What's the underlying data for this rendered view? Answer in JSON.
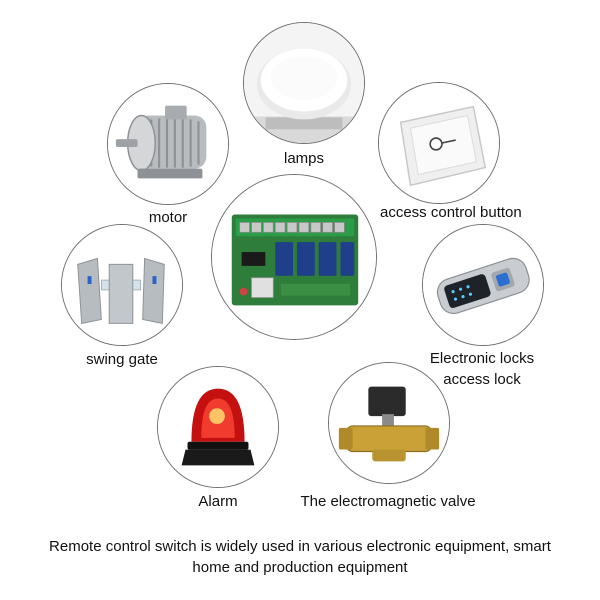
{
  "items": {
    "lamps": "lamps",
    "motor": "motor",
    "access_control_button": "access control button",
    "swing_gate": "swing gate",
    "electronic_locks_line1": "Electronic locks",
    "electronic_locks_line2": "access lock",
    "alarm": "Alarm",
    "valve": "The electromagnetic valve"
  },
  "caption": {
    "line1": "Remote control switch is widely used in various electronic equipment, smart",
    "line2": "home and production equipment"
  },
  "colors": {
    "circle_border": "#6f6f6f",
    "pcb_green": "#2f7d3a",
    "relay_blue": "#1f3f8a",
    "alarm_red": "#d01414",
    "valve_brass": "#c9a136"
  }
}
